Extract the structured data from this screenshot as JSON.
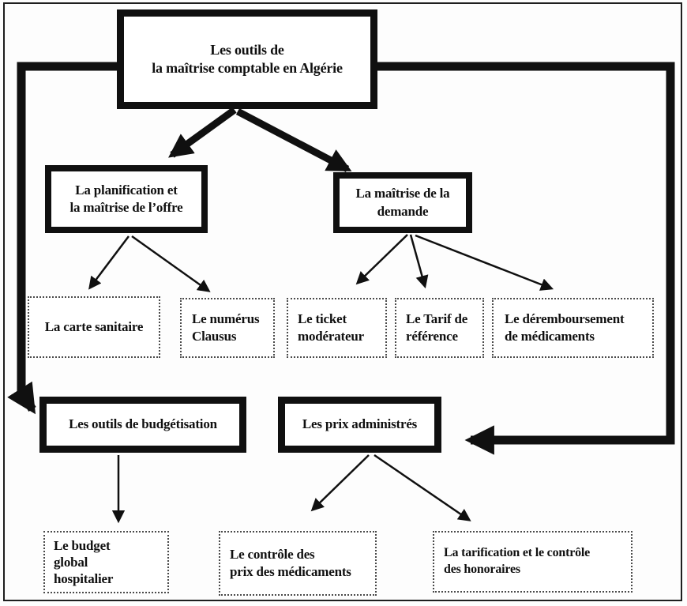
{
  "diagram": {
    "title": "Les outils de la maîtrise comptable en Algérie",
    "colors": {
      "ink": "#101010",
      "background": "#ffffff"
    },
    "nodes": {
      "root": {
        "label": "Les outils de\nla maîtrise comptable en Algérie"
      },
      "planification": {
        "label": "La planification et\nla maîtrise de l’offre"
      },
      "demande": {
        "label": "La maîtrise de la\ndemande"
      },
      "carte": {
        "label": "La carte sanitaire"
      },
      "numerus": {
        "label": "Le numérus\nClausus"
      },
      "ticket": {
        "label": "Le ticket\nmodérateur"
      },
      "tarif": {
        "label": "Le Tarif de\nréférence"
      },
      "deremboursement": {
        "label": "Le déremboursement\nde médicaments"
      },
      "budgetisation": {
        "label": "Les outils de budgétisation"
      },
      "prix": {
        "label": "Les prix administrés"
      },
      "budget": {
        "label": "Le budget\nglobal\nhospitalier"
      },
      "controle": {
        "label": "Le contrôle des\nprix des médicaments"
      },
      "tarification": {
        "label": "La tarification et le contrôle\ndes honoraires"
      }
    },
    "edges": [
      {
        "from": "root",
        "to": "planification",
        "style": "thick-arrow"
      },
      {
        "from": "root",
        "to": "demande",
        "style": "thick-arrow"
      },
      {
        "from": "root",
        "to": "budgetisation",
        "style": "thick-elbow-left"
      },
      {
        "from": "root",
        "to": "prix",
        "style": "thick-elbow-right"
      },
      {
        "from": "planification",
        "to": "carte",
        "style": "thin-arrow"
      },
      {
        "from": "planification",
        "to": "numerus",
        "style": "thin-arrow"
      },
      {
        "from": "demande",
        "to": "ticket",
        "style": "thin-arrow"
      },
      {
        "from": "demande",
        "to": "tarif",
        "style": "thin-arrow"
      },
      {
        "from": "demande",
        "to": "deremboursement",
        "style": "thin-arrow"
      },
      {
        "from": "budgetisation",
        "to": "budget",
        "style": "thin-arrow"
      },
      {
        "from": "prix",
        "to": "controle",
        "style": "thin-arrow"
      },
      {
        "from": "prix",
        "to": "tarification",
        "style": "thin-arrow"
      }
    ]
  }
}
